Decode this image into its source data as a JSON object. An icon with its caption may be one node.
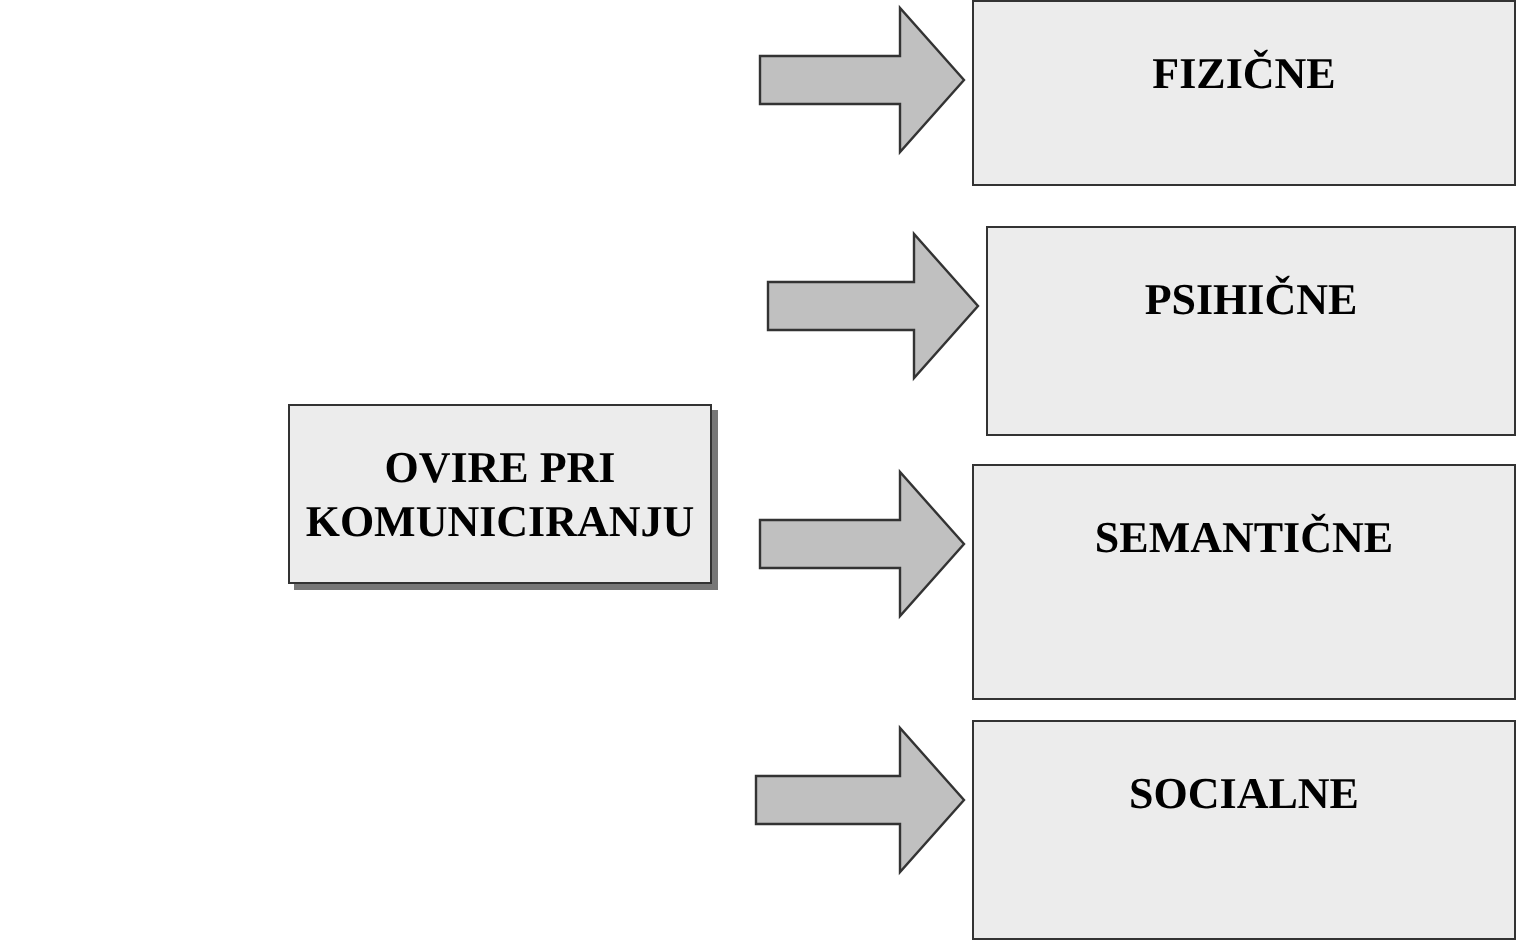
{
  "diagram": {
    "nodes": [
      {
        "text": [
          "OVIRE PRI KOMUNICIRANJU"
        ]
      },
      {
        "text": [
          "FIZIČNE"
        ]
      },
      {
        "text": [
          "PSIHIČNE"
        ]
      },
      {
        "text": [
          "SEMANTIČNE"
        ]
      },
      {
        "text": [
          "SOCIALNE"
        ]
      }
    ],
    "edges": [
      {
        "from": null,
        "to": 1,
        "arrow": "to"
      },
      {
        "from": null,
        "to": 2,
        "arrow": "to"
      },
      {
        "from": null,
        "to": 3,
        "arrow": "to"
      },
      {
        "from": null,
        "to": 4,
        "arrow": "to"
      }
    ]
  }
}
